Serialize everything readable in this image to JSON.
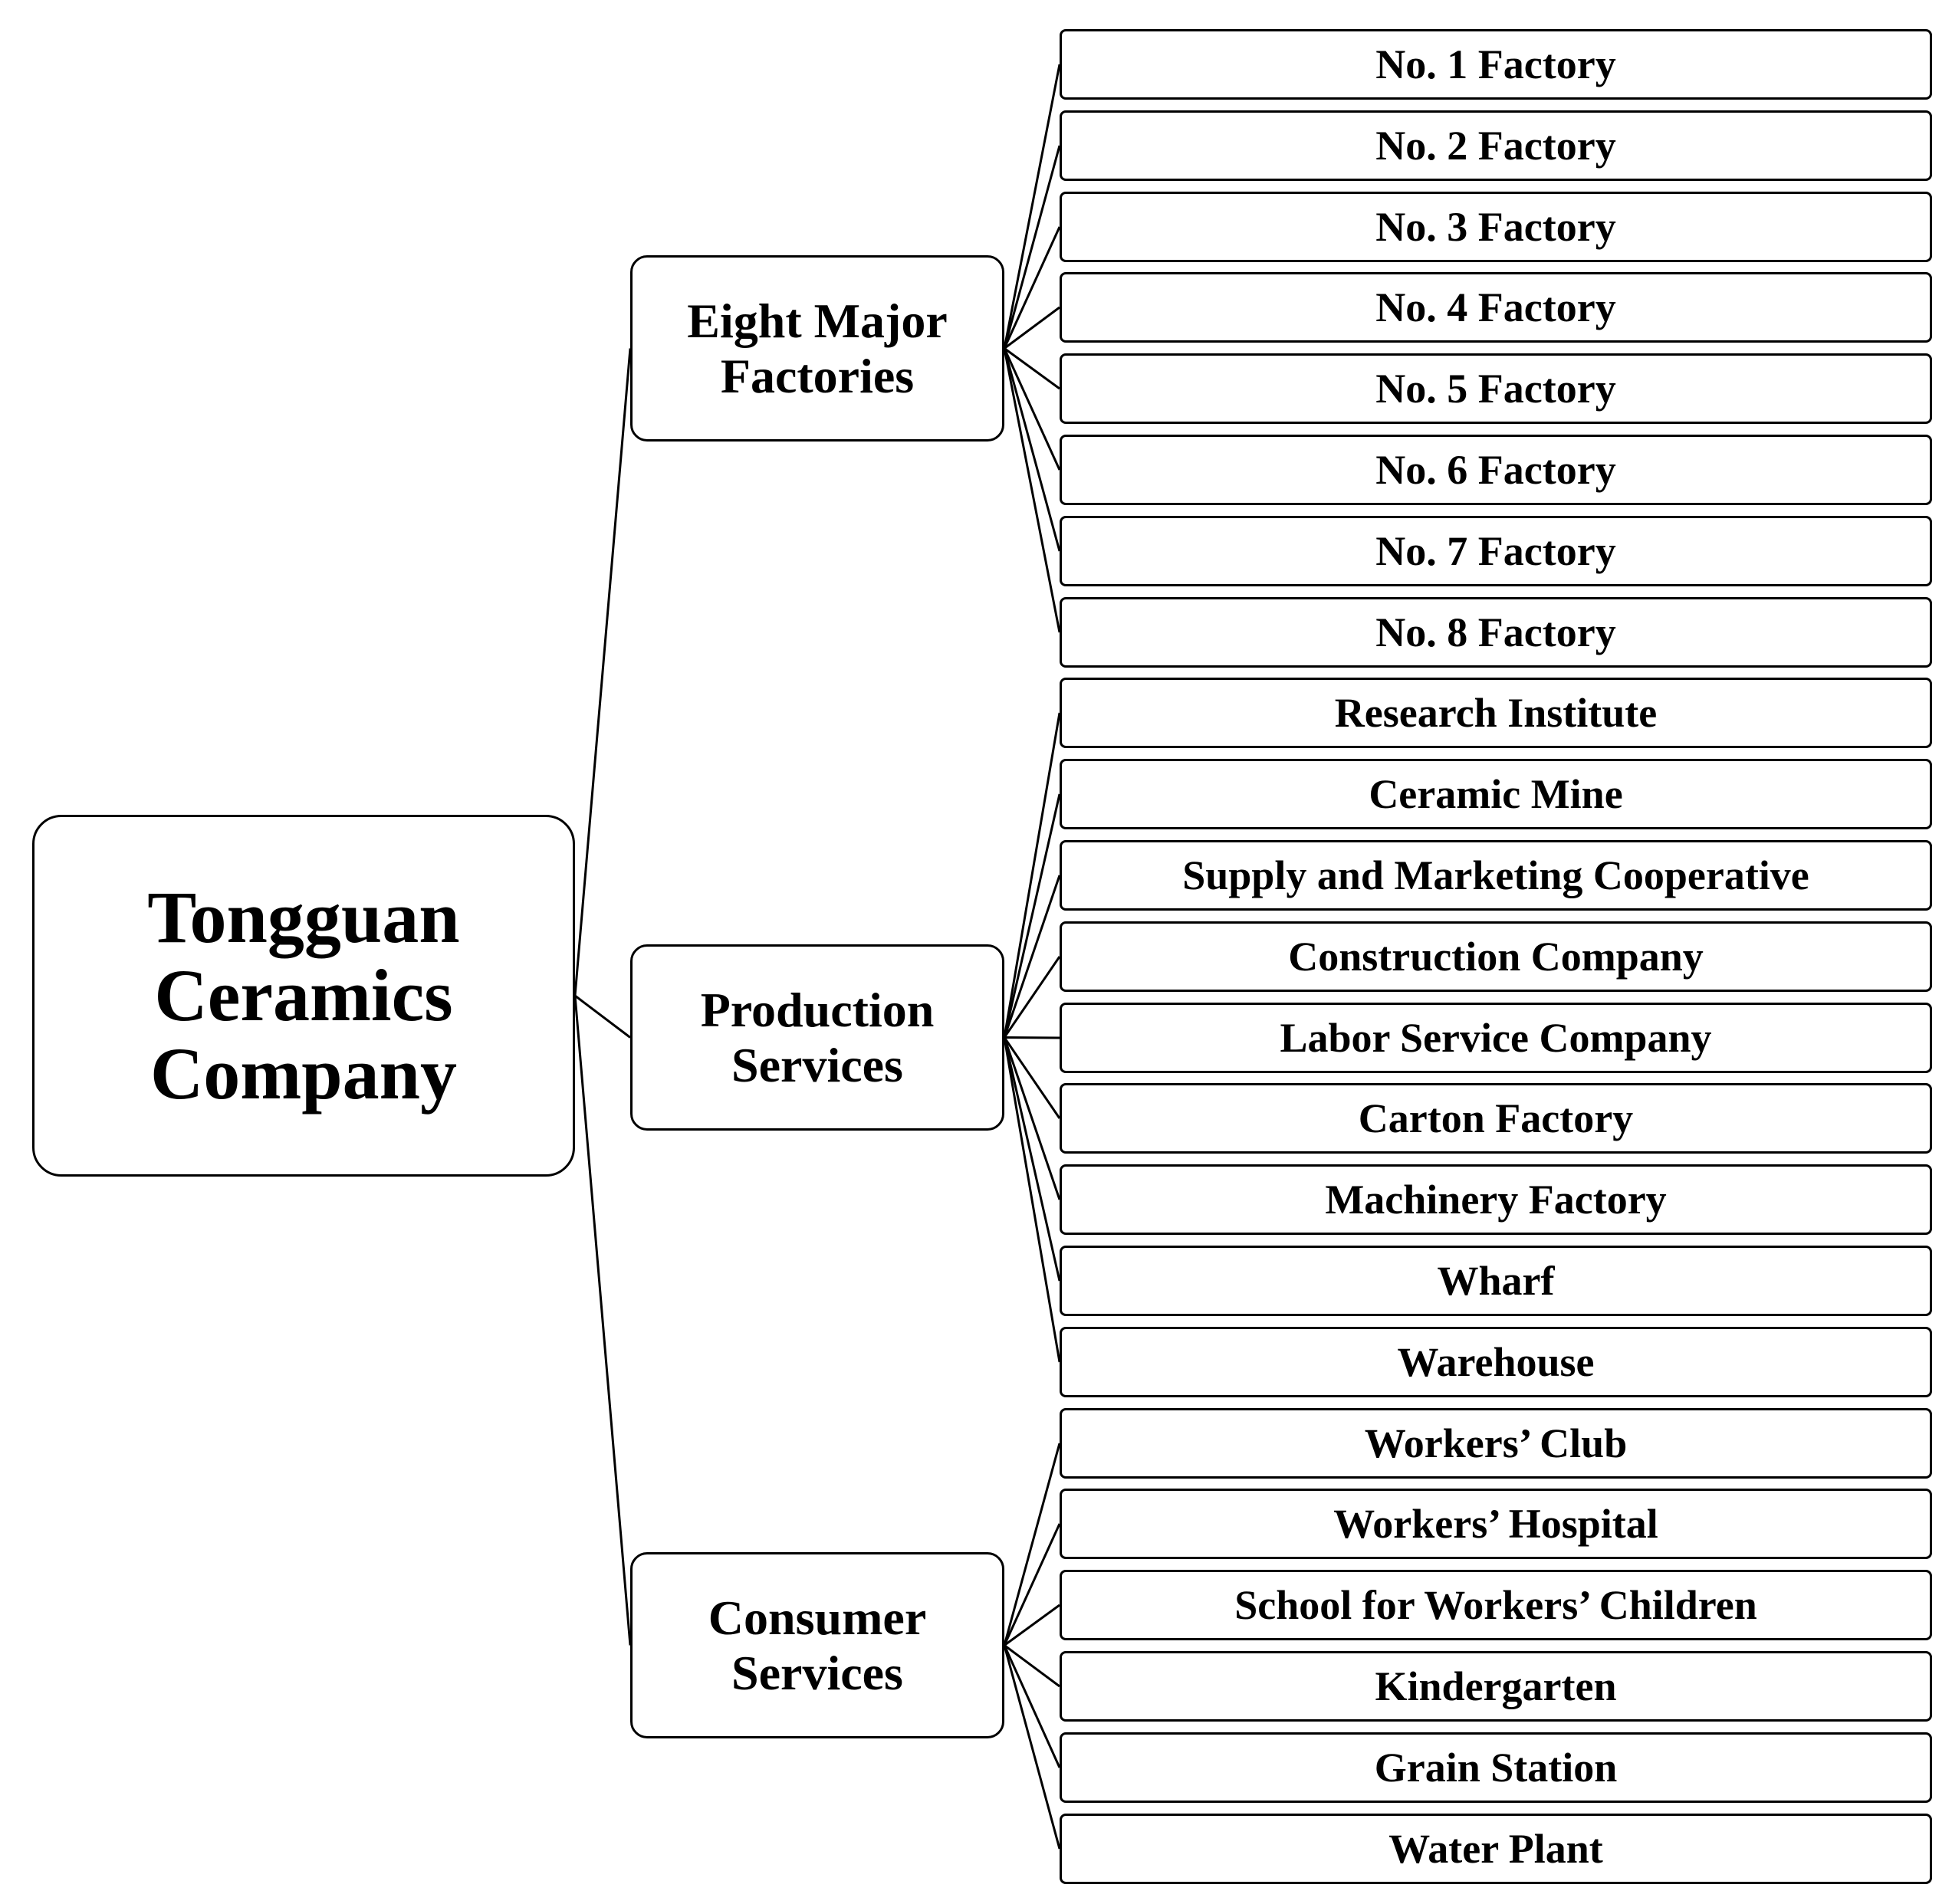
{
  "root": {
    "label": "Tongguan\nCeramics\nCompany"
  },
  "groups": [
    {
      "label": "Eight Major\nFactories",
      "children": [
        "No. 1 Factory",
        "No. 2 Factory",
        "No. 3 Factory",
        "No. 4 Factory",
        "No. 5 Factory",
        "No. 6 Factory",
        "No. 7 Factory",
        "No. 8 Factory"
      ]
    },
    {
      "label": "Production\nServices",
      "children": [
        "Research Institute",
        "Ceramic Mine",
        "Supply and Marketing Cooperative",
        "Construction Company",
        "Labor Service Company",
        "Carton Factory",
        "Machinery Factory",
        "Wharf",
        "Warehouse"
      ]
    },
    {
      "label": "Consumer\nServices",
      "children": [
        "Workers’ Club",
        "Workers’ Hospital",
        "School for Workers’ Children",
        "Kindergarten",
        "Grain Station",
        "Water Plant"
      ]
    }
  ]
}
